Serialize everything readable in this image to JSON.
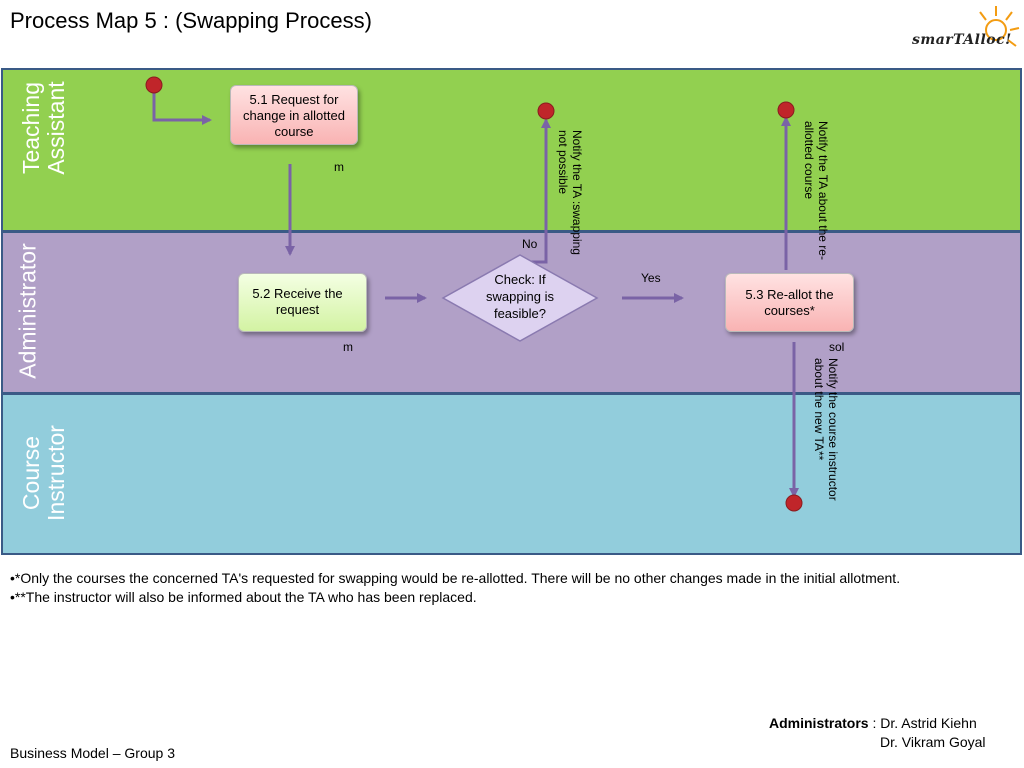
{
  "title": "Process Map 5 : (Swapping Process)",
  "logo": {
    "text": "smarTAlloc!"
  },
  "lanes": {
    "teaching_assistant": "Teaching Assistant",
    "administrator": "Administrator",
    "course_instructor": "Course Instructor"
  },
  "steps": {
    "request": "5.1  Request for change in allotted course",
    "receive": "5.2 Receive the request",
    "check": "Check: If swapping is feasible?",
    "reallot": "5.3  Re-allot the courses*"
  },
  "labels": {
    "m_ta": "m",
    "m_admin": "m",
    "sol": "sol",
    "no": "No",
    "yes": "Yes",
    "notify_not_possible": "Notify  the TA :swapping not  possible",
    "notify_reallotted": "Notify  the TA about the re-allotted course",
    "notify_instructor": "Notify  the course instructor about the new TA**"
  },
  "footnotes": [
    "•*Only the courses the concerned TA's requested for swapping would be re-allotted. There will be no other changes made in the initial allotment.",
    "•**The instructor will also be informed about the TA who has been replaced."
  ],
  "administrators": {
    "label": "Administrators",
    "names": [
      ": Dr. Astrid Kiehn",
      "Dr. Vikram Goyal"
    ]
  },
  "footer": "Business Model – Group 3",
  "colors": {
    "ta_lane": "#92d050",
    "admin_lane": "#b1a0c7",
    "instructor_lane": "#92cddc",
    "arrow": "#7a63a6",
    "terminal": "#c0252a"
  }
}
